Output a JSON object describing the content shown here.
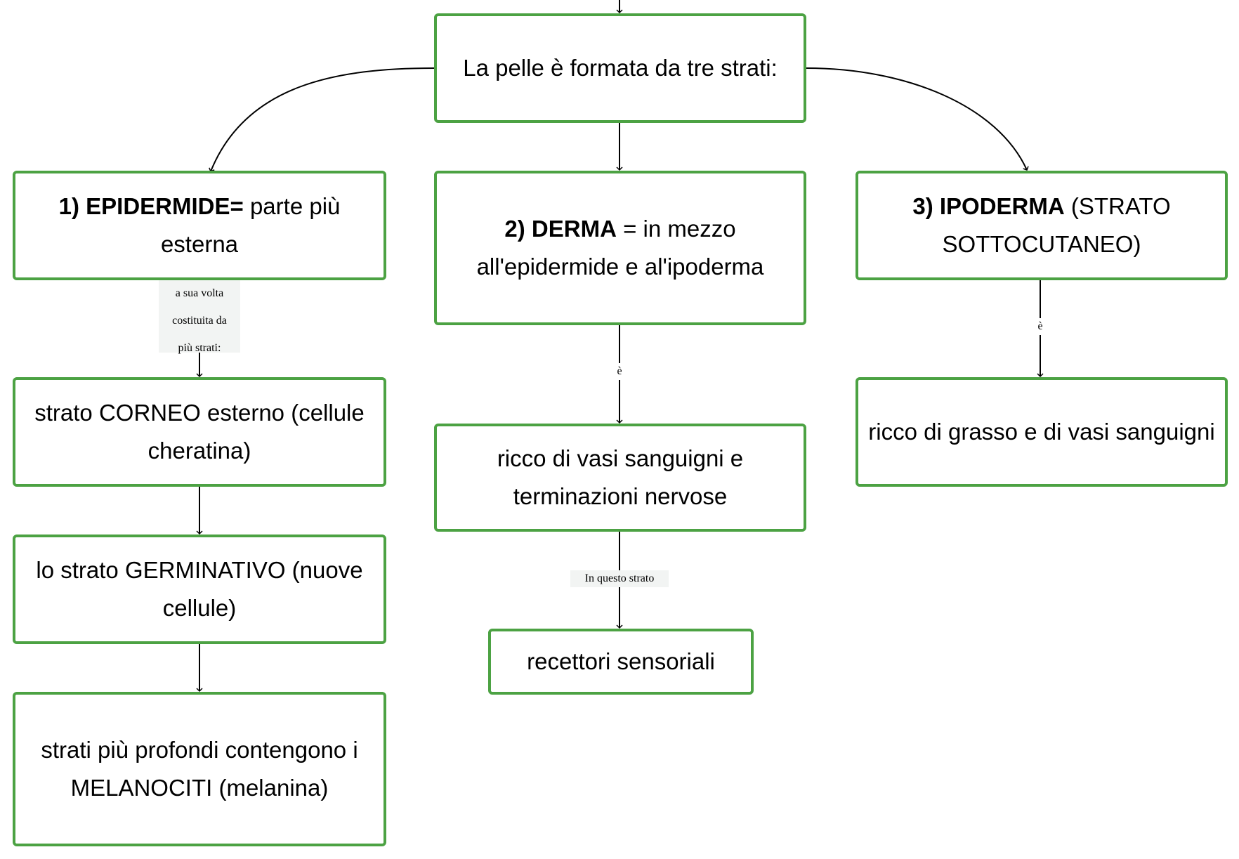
{
  "nodes": {
    "root": {
      "text": "La pelle è formata da tre strati:"
    },
    "epidermide": {
      "bold": "1) EPIDERMIDE=",
      "rest": " parte più esterna"
    },
    "derma": {
      "bold": "2) DERMA",
      "rest": " = in mezzo all'epidermide e al'ipoderma"
    },
    "ipoderma": {
      "bold": "3) IPODERMA",
      "rest": " (STRATO SOTTOCUTANEO)"
    },
    "corneo": {
      "text": "strato CORNEO esterno (cellule cheratina)"
    },
    "germinativo": {
      "text": "lo strato GERMINATIVO (nuove cellule)"
    },
    "profondi": {
      "text": "strati più profondi contengono i MELANOCITI (melanina)"
    },
    "derma_ricco": {
      "text": "ricco di vasi sanguigni e terminazioni nervose"
    },
    "recettori": {
      "text": "recettori sensoriali"
    },
    "ipoderma_ricco": {
      "text": "ricco di grasso e di vasi sanguigni"
    }
  },
  "edge_labels": {
    "epidermide_corneo": [
      "a sua volta",
      "costituita da",
      "più strati:"
    ],
    "derma_e": "è",
    "ipoderma_e": "è",
    "in_questo_strato": "In questo strato"
  },
  "colors": {
    "node_border": "#4ca243",
    "edge": "#000000",
    "label_bg": "#f2f4f3"
  }
}
